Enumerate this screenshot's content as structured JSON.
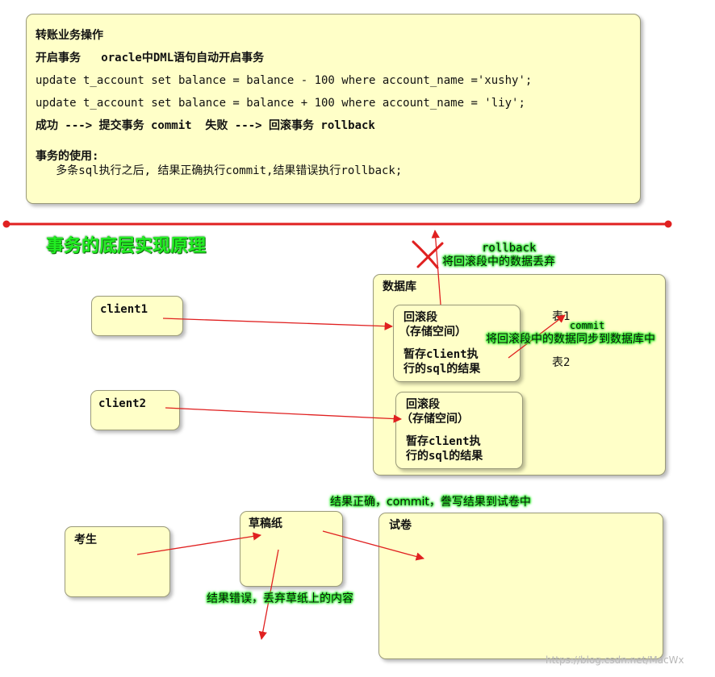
{
  "top_box": {
    "lines": [
      "转账业务操作",
      "开启事务   oracle中DML语句自动开启事务",
      "update t_account set balance = balance - 100 where account_name ='xushy';",
      "update t_account set balance = balance + 100 where account_name = 'liy';",
      "成功 ---> 提交事务 commit  失败 ---> 回滚事务 rollback",
      "事务的使用:",
      "   多条sql执行之后, 结果正确执行commit,结果错误执行rollback;"
    ]
  },
  "section_title": "事务的底层实现原理",
  "client1": "client1",
  "client2": "client2",
  "database": {
    "title": "数据库",
    "segment1": {
      "title": "回滚段",
      "sub": "（存储空间）",
      "line1": "暂存client执",
      "line2": "行的sql的结果"
    },
    "segment2": {
      "title": "回滚段",
      "sub": "（存储空间）",
      "line1": "暂存client执",
      "line2": "行的sql的结果"
    },
    "table1": "表1",
    "table2": "表2"
  },
  "annotations": {
    "rollback": "rollback",
    "rollback_desc": "将回滚段中的数据丢弃",
    "commit": "commit",
    "commit_desc": "将回滚段中的数据同步到数据库中",
    "correct": "结果正确，commit，誊写结果到试卷中",
    "wrong": "结果错误，丢弃草纸上的内容"
  },
  "examinee": "考生",
  "draft": "草稿纸",
  "exam_paper": "试卷",
  "watermark": "https://blog.csdn.net/MacWx",
  "colors": {
    "box_fill": "#ffffc8",
    "arrow": "#e02020",
    "highlight": "#22ee22"
  }
}
